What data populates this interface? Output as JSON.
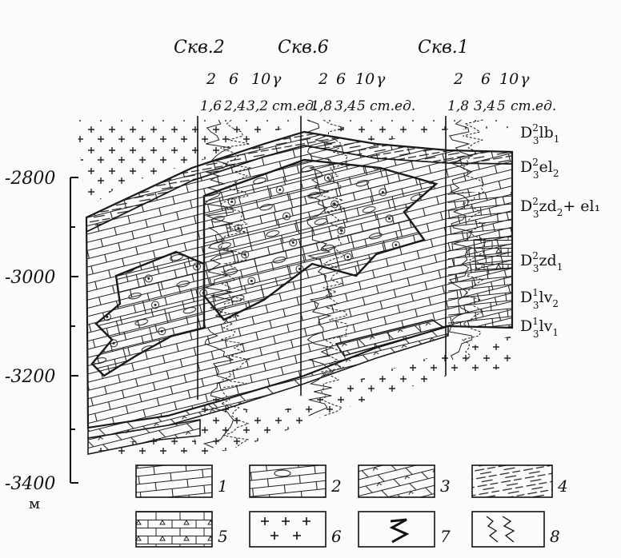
{
  "wells": [
    {
      "name": "Скв.2",
      "scale": [
        "2",
        "6",
        "10",
        "γ"
      ],
      "values": [
        "1,6",
        "2,4",
        "3,2",
        "ст.ед."
      ]
    },
    {
      "name": "Скв.6",
      "scale": [
        "2",
        "6",
        "10",
        "γ"
      ],
      "values": [
        "1,8",
        "3,4",
        "5",
        "ст.ед."
      ]
    },
    {
      "name": "Скв.1",
      "scale": [
        "2",
        "6",
        "10",
        "γ"
      ],
      "values": [
        "1,8",
        "3,4",
        "5",
        "ст.ед."
      ]
    }
  ],
  "depth_axis": {
    "ticks": [
      "-2800",
      "-3000",
      "-3200",
      "-3400"
    ],
    "unit": "м"
  },
  "units": [
    {
      "base": "D",
      "sup": "2",
      "sub": "3",
      "name": "lb",
      "suffix": "1",
      "extra": ""
    },
    {
      "base": "D",
      "sup": "2",
      "sub": "3",
      "name": "el",
      "suffix": "2",
      "extra": ""
    },
    {
      "base": "D",
      "sup": "2",
      "sub": "3",
      "name": "zd",
      "suffix": "2",
      "extra": "+ el₁"
    },
    {
      "base": "D",
      "sup": "2",
      "sub": "3",
      "name": "zd",
      "suffix": "1",
      "extra": ""
    },
    {
      "base": "D",
      "sup": "1",
      "sub": "3",
      "name": "lv",
      "suffix": "2",
      "extra": ""
    },
    {
      "base": "D",
      "sup": "1",
      "sub": "3",
      "name": "lv",
      "suffix": "1",
      "extra": ""
    }
  ],
  "legend": [
    "1",
    "2",
    "3",
    "4",
    "5",
    "6",
    "7",
    "8"
  ],
  "colors": {
    "ink": "#1a1a1a",
    "paper": "#fbfbfb"
  }
}
